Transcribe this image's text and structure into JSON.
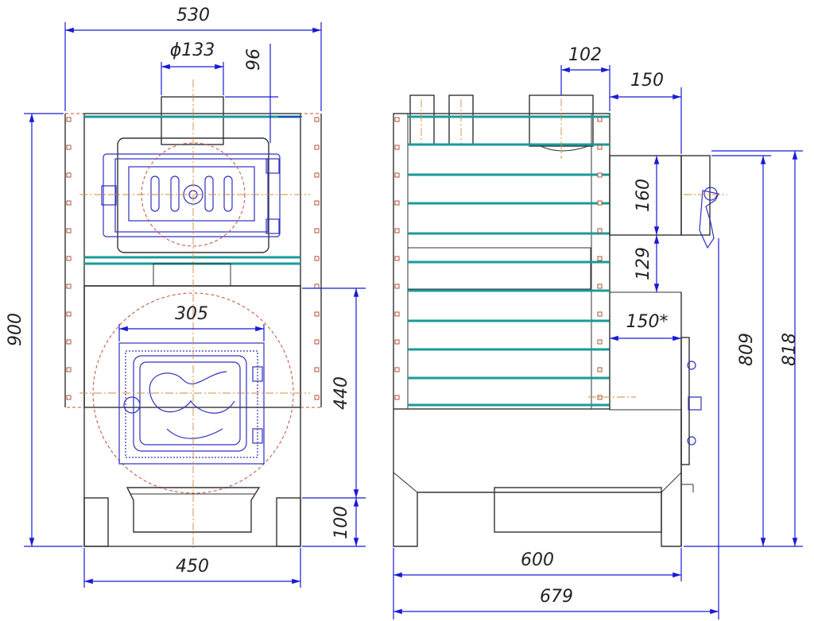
{
  "front_view": {
    "width": "530",
    "flue_diameter": "ϕ133",
    "flue_offset": "96",
    "height": "900",
    "door_width": "305",
    "door_height": "440",
    "ash_height": "100",
    "base_width": "450"
  },
  "side_view": {
    "flue_step": "102",
    "water_tank_depth": "150",
    "tank_height": "160",
    "tank_gap": "129",
    "firebox_extension": "150*",
    "height_809": "809",
    "height_818": "818",
    "body_depth": "600",
    "total_depth": "679"
  },
  "colors": {
    "dimension": "#1a1ad8",
    "body": "#333333",
    "pipes": "#1a9a9a",
    "axis": "#d08a3a",
    "brick": "#c0503a",
    "door_detail": "#3030c0"
  }
}
